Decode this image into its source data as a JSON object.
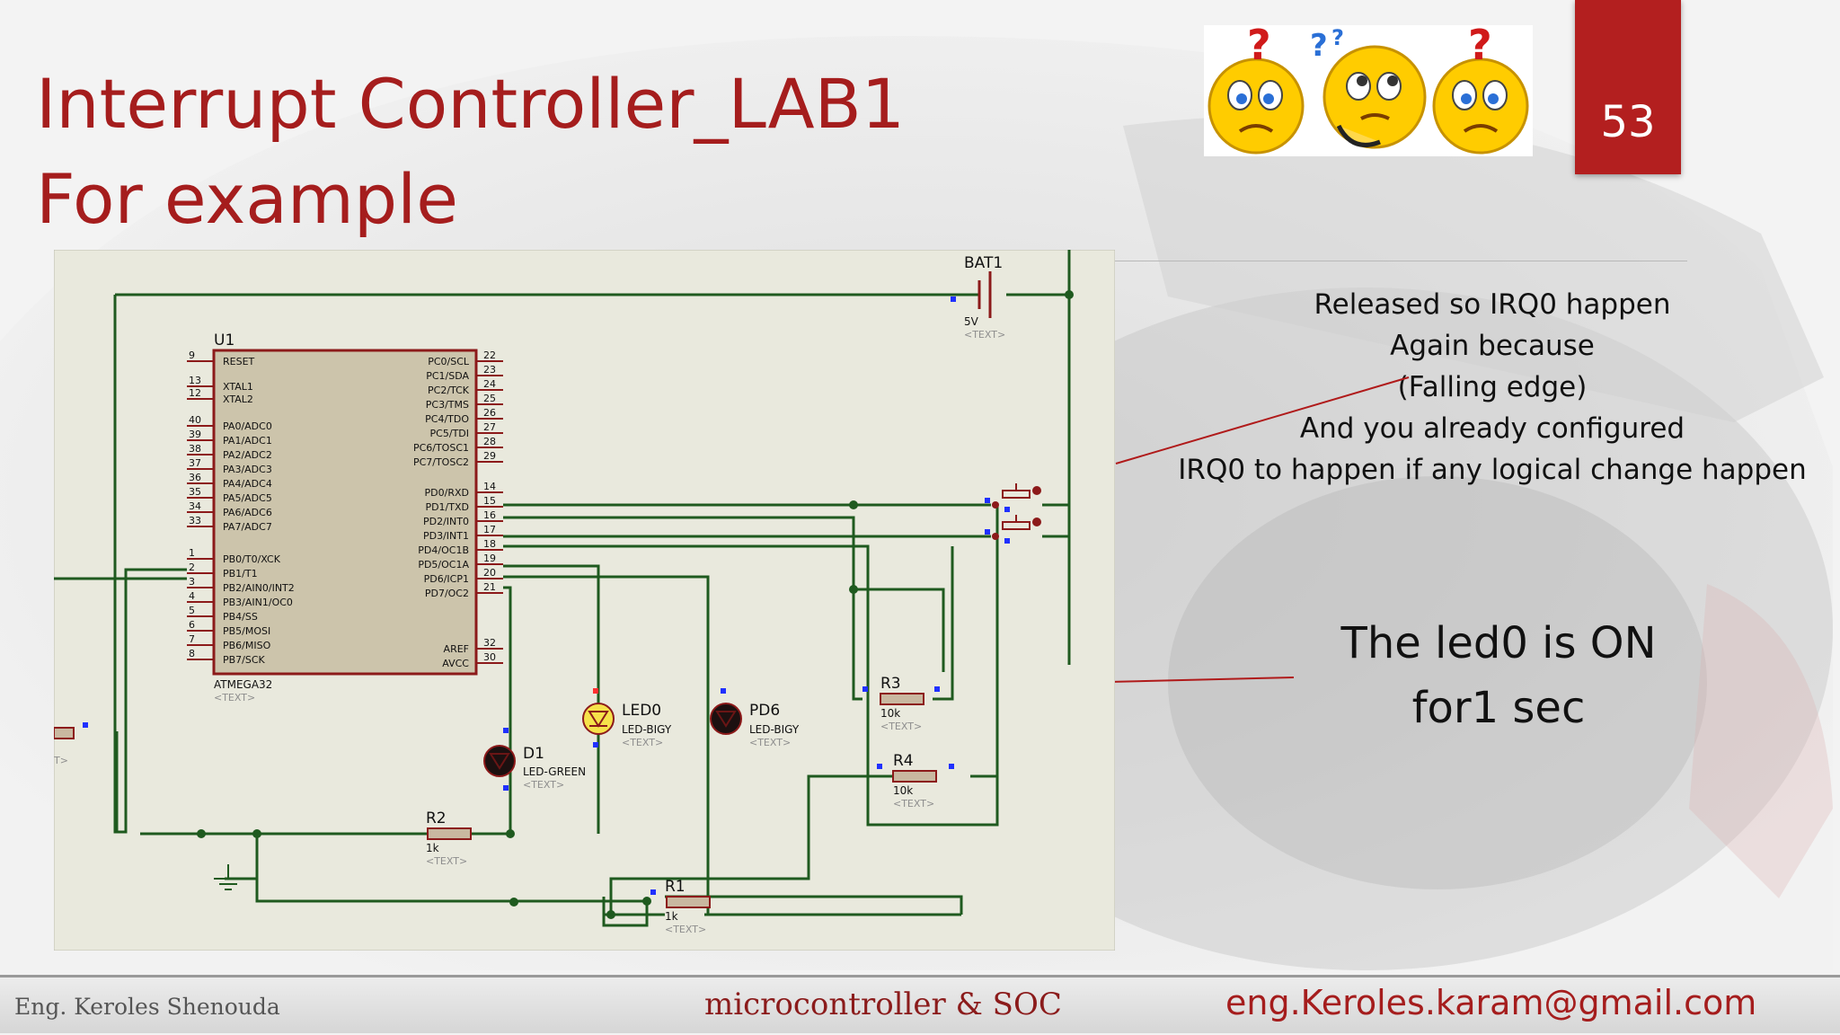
{
  "slide": {
    "title_line1": "Interrupt Controller_LAB1",
    "title_line2": "For example",
    "page_number": "53"
  },
  "annotation": {
    "lines": [
      "Released so IRQ0 happen",
      "Again because",
      "(Falling edge)",
      "And you already configured",
      "IRQ0 to happen if any logical change happen"
    ],
    "led_lines": [
      "The led0 is ON",
      "for1 sec"
    ]
  },
  "circuit": {
    "mcu": {
      "ref": "U1",
      "part": "ATMEGA32",
      "text_tag": "<TEXT>",
      "left_pins": [
        {
          "num": "9",
          "name": "RESET"
        },
        {
          "num": "13",
          "name": "XTAL1"
        },
        {
          "num": "12",
          "name": "XTAL2"
        },
        {
          "num": "40",
          "name": "PA0/ADC0"
        },
        {
          "num": "39",
          "name": "PA1/ADC1"
        },
        {
          "num": "38",
          "name": "PA2/ADC2"
        },
        {
          "num": "37",
          "name": "PA3/ADC3"
        },
        {
          "num": "36",
          "name": "PA4/ADC4"
        },
        {
          "num": "35",
          "name": "PA5/ADC5"
        },
        {
          "num": "34",
          "name": "PA6/ADC6"
        },
        {
          "num": "33",
          "name": "PA7/ADC7"
        },
        {
          "num": "1",
          "name": "PB0/T0/XCK"
        },
        {
          "num": "2",
          "name": "PB1/T1"
        },
        {
          "num": "3",
          "name": "PB2/AIN0/INT2"
        },
        {
          "num": "4",
          "name": "PB3/AIN1/OC0"
        },
        {
          "num": "5",
          "name": "PB4/SS"
        },
        {
          "num": "6",
          "name": "PB5/MOSI"
        },
        {
          "num": "7",
          "name": "PB6/MISO"
        },
        {
          "num": "8",
          "name": "PB7/SCK"
        }
      ],
      "right_pins": [
        {
          "num": "22",
          "name": "PC0/SCL"
        },
        {
          "num": "23",
          "name": "PC1/SDA"
        },
        {
          "num": "24",
          "name": "PC2/TCK"
        },
        {
          "num": "25",
          "name": "PC3/TMS"
        },
        {
          "num": "26",
          "name": "PC4/TDO"
        },
        {
          "num": "27",
          "name": "PC5/TDI"
        },
        {
          "num": "28",
          "name": "PC6/TOSC1"
        },
        {
          "num": "29",
          "name": "PC7/TOSC2"
        },
        {
          "num": "14",
          "name": "PD0/RXD"
        },
        {
          "num": "15",
          "name": "PD1/TXD"
        },
        {
          "num": "16",
          "name": "PD2/INT0"
        },
        {
          "num": "17",
          "name": "PD3/INT1"
        },
        {
          "num": "18",
          "name": "PD4/OC1B"
        },
        {
          "num": "19",
          "name": "PD5/OC1A"
        },
        {
          "num": "20",
          "name": "PD6/ICP1"
        },
        {
          "num": "21",
          "name": "PD7/OC2"
        },
        {
          "num": "32",
          "name": "AREF"
        },
        {
          "num": "30",
          "name": "AVCC"
        }
      ]
    },
    "battery": {
      "ref": "BAT1",
      "value": "5V",
      "text_tag": "<TEXT>"
    },
    "leds": [
      {
        "ref": "LED0",
        "part": "LED-BIGY",
        "text_tag": "<TEXT>"
      },
      {
        "ref": "PD6",
        "part": "LED-BIGY",
        "text_tag": "<TEXT>"
      },
      {
        "ref": "D1",
        "part": "LED-GREEN",
        "text_tag": "<TEXT>"
      }
    ],
    "resistors": [
      {
        "ref": "R3",
        "value": "10k",
        "text_tag": "<TEXT>"
      },
      {
        "ref": "R4",
        "value": "10k",
        "text_tag": "<TEXT>"
      },
      {
        "ref": "R2",
        "value": "1k",
        "text_tag": "<TEXT>"
      },
      {
        "ref": "R1",
        "value": "1k",
        "text_tag": "<TEXT>"
      }
    ],
    "edge_fragment": "T>"
  },
  "footer": {
    "author": "Eng. Keroles Shenouda",
    "course": "microcontroller & SOC",
    "email": "eng.Keroles.karam@gmail.com"
  },
  "colors": {
    "title_red": "#a51d1d",
    "page_box": "#b31f1f",
    "wire_green": "#1f5a1f",
    "ic_fill": "#ccc4ab",
    "ic_border": "#8c1a1a",
    "schematic_bg": "#e9e9dd"
  }
}
